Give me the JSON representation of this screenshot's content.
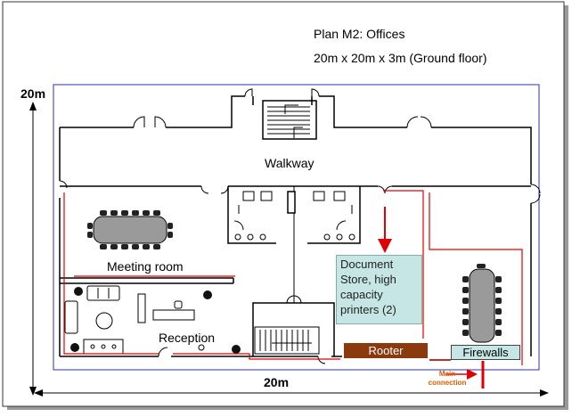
{
  "header": {
    "plan_title": "Plan M2: Offices",
    "dimensions": "20m x 20m x 3m  (Ground floor)"
  },
  "dimensions": {
    "vertical": "20m",
    "horizontal": "20m"
  },
  "rooms": {
    "walkway": "Walkway",
    "meeting_room": "Meeting room",
    "reception": "Reception",
    "document_store": "Document Store, high capacity printers (2)",
    "rooter": "Rooter",
    "firewalls": "Firewalls",
    "main_connection": "Main connection"
  },
  "colors": {
    "cable": "#e00000",
    "plan_border": "#3030b0",
    "document_store_fill": "#c6e6e6",
    "rooter_fill": "#8b3a0e",
    "main_connection_text": "#e05a00"
  }
}
